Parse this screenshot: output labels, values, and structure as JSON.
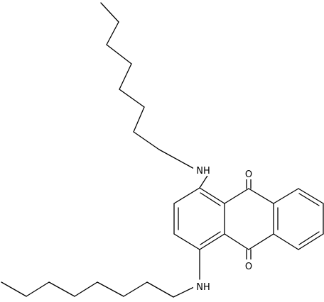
{
  "atoms": {
    "nh_top": "NH",
    "nh_bottom": "NH",
    "o_top": "O",
    "o_bottom": "O"
  },
  "colors": {
    "background": "#ffffff",
    "ink": "#000000"
  }
}
